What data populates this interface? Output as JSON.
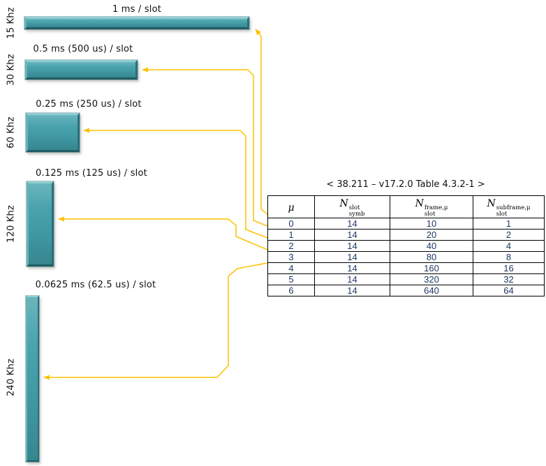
{
  "colors": {
    "bar_teal": "#3F98A2",
    "bar_bevel_light": "#8FCED4",
    "bar_bevel_dark": "#1E5E66",
    "arrow_gold": "#FFC000",
    "table_value_text": "#1F3864",
    "label_text": "#111111"
  },
  "bars": [
    {
      "freq": "15 Khz",
      "duration": "1 ms / slot"
    },
    {
      "freq": "30 Khz",
      "duration": "0.5 ms (500 us) / slot"
    },
    {
      "freq": "60 Khz",
      "duration": "0.25 ms (250 us) / slot"
    },
    {
      "freq": "120 Khz",
      "duration": "0.125 ms (125 us) / slot"
    },
    {
      "freq": "240 Khz",
      "duration": "0.0625 ms (62.5 us) / slot"
    }
  ],
  "table": {
    "title": "< 38.211 – v17.2.0 Table 4.3.2-1 >",
    "headers": [
      {
        "symbol": "μ"
      },
      {
        "symbol": "N",
        "sup": "slot",
        "sub": "symb"
      },
      {
        "symbol": "N",
        "sup": "frame,μ",
        "sub": "slot"
      },
      {
        "symbol": "N",
        "sup": "subframe,μ",
        "sub": "slot"
      }
    ],
    "rows": [
      [
        "0",
        "14",
        "10",
        "1"
      ],
      [
        "1",
        "14",
        "20",
        "2"
      ],
      [
        "2",
        "14",
        "40",
        "4"
      ],
      [
        "3",
        "14",
        "80",
        "8"
      ],
      [
        "4",
        "14",
        "160",
        "16"
      ],
      [
        "5",
        "14",
        "320",
        "32"
      ],
      [
        "6",
        "14",
        "640",
        "64"
      ]
    ]
  },
  "chart_data": {
    "type": "table",
    "title": "< 38.211 – v17.2.0 Table 4.3.2-1 >",
    "columns": [
      "μ",
      "N_symb^slot",
      "N_slot^frame,μ",
      "N_slot^subframe,μ"
    ],
    "rows": [
      [
        0,
        14,
        10,
        1
      ],
      [
        1,
        14,
        20,
        2
      ],
      [
        2,
        14,
        40,
        4
      ],
      [
        3,
        14,
        80,
        8
      ],
      [
        4,
        14,
        160,
        16
      ],
      [
        5,
        14,
        320,
        32
      ],
      [
        6,
        14,
        640,
        64
      ]
    ],
    "bar_mapping": [
      {
        "mu": 0,
        "scs": "15 Khz",
        "slot_duration": "1 ms / slot"
      },
      {
        "mu": 1,
        "scs": "30 Khz",
        "slot_duration": "0.5 ms (500 us) / slot"
      },
      {
        "mu": 2,
        "scs": "60 Khz",
        "slot_duration": "0.25 ms (250 us) / slot"
      },
      {
        "mu": 3,
        "scs": "120 Khz",
        "slot_duration": "0.125 ms (125 us) / slot"
      },
      {
        "mu": 4,
        "scs": "240 Khz",
        "slot_duration": "0.0625 ms (62.5 us) / slot"
      }
    ]
  }
}
